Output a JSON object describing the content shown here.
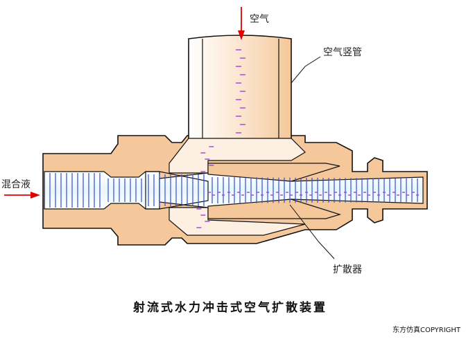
{
  "labels": {
    "air": "空气",
    "air_pipe": "空气竖管",
    "mixed_liquid": "混合液",
    "diffuser": "扩散器",
    "title": "射流式水力冲击式空气扩散装置",
    "copyright": "东方仿真COPYRIGHT"
  },
  "colors": {
    "body": "#f4c89a",
    "outline": "#111111",
    "liquid": "#e8f3fb",
    "liquid_lines": "#2a4fd6",
    "air_dashes": "#a040d8",
    "arrow": "#e00000"
  }
}
